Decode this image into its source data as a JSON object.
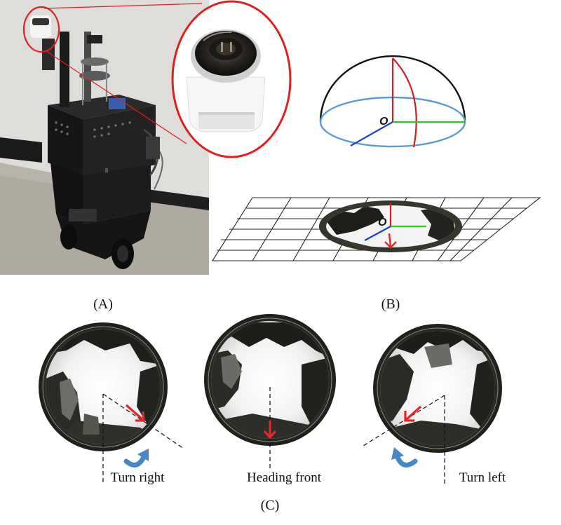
{
  "panels": {
    "a": {
      "label": "(A)"
    },
    "b": {
      "label": "(B)",
      "origin_label": "O",
      "origin_label_ground": "O"
    },
    "c": {
      "label": "(C)",
      "views": [
        {
          "caption": "Turn right"
        },
        {
          "caption": "Heading front"
        },
        {
          "caption": "Turn left"
        }
      ]
    }
  },
  "colors": {
    "heading_arrow": "#e8262a",
    "rotation_arrow": "#4a86c6",
    "axis_x": "#2fc52f",
    "axis_y": "#1a3fd0",
    "axis_z": "#d21d1d",
    "hemisphere_rim": "#5b9bd5",
    "highlight_ring": "#e02020"
  }
}
